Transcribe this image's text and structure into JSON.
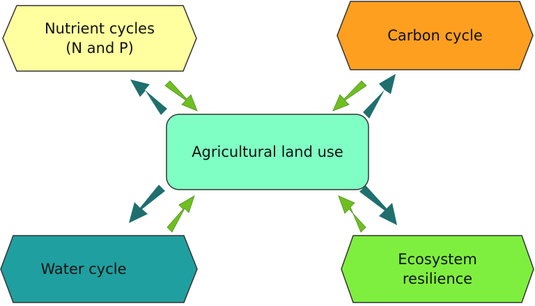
{
  "center": {
    "label": "Agricultural land use",
    "fill": "#7fffc4"
  },
  "nodes": {
    "nutrient": {
      "line1": "Nutrient cycles",
      "line2": "(N and P)",
      "fill": "#ffff9f"
    },
    "carbon": {
      "line1": "Carbon cycle",
      "fill": "#ff9f1f"
    },
    "water": {
      "line1": "Water cycle",
      "fill": "#1f9f9f"
    },
    "ecosystem": {
      "line1": "Ecosystem",
      "line2": "resilience",
      "fill": "#7fef3f"
    }
  },
  "arrow_colors": {
    "outgoing": "#1f6f6f",
    "incoming": "#6fbf1f"
  }
}
